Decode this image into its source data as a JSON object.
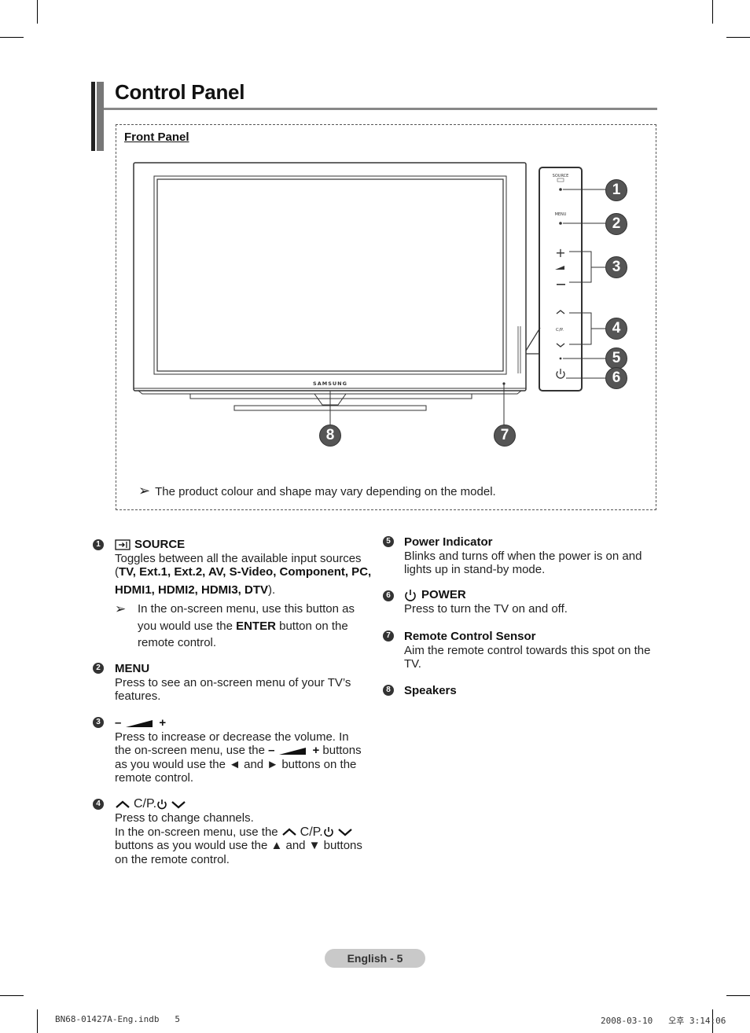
{
  "page_title": "Control Panel",
  "front_panel_label": "Front Panel",
  "panel_buttons": {
    "source": "SOURCE",
    "menu": "MENU",
    "cp": "C/P.",
    "brand": "SAMSUNG"
  },
  "callouts": [
    "1",
    "2",
    "3",
    "4",
    "5",
    "6",
    "7",
    "8"
  ],
  "note_symbol": "➢",
  "note_text": "The product colour and shape may vary depending on the model.",
  "items": {
    "i1": {
      "num": "1",
      "title": "SOURCE",
      "line1": "Toggles between all the available input sources",
      "paren_open": "(",
      "bold_list": "TV, Ext.1, Ext.2, AV, S-Video, Component, PC,",
      "bold_list2": "HDMI1, HDMI2, HDMI3, DTV",
      "paren_close": ").",
      "note_symbol": "➢",
      "note_a": "In the on-screen menu, use this button as",
      "note_b_pre": "you would use the ",
      "note_b_bold": "ENTER",
      "note_b_post": " button on the",
      "note_c": "remote control."
    },
    "i2": {
      "num": "2",
      "title": "MENU",
      "line1": "Press to see an on-screen menu of your TV’s",
      "line2": "features."
    },
    "i3": {
      "num": "3",
      "title_minus": "–",
      "title_plus": "+",
      "line1": "Press to increase or decrease the volume. In",
      "line2_pre": "the on-screen menu, use the ",
      "line2_minus": "–",
      "line2_plus": "+",
      "line2_post": " buttons",
      "line3": "as you would use the ◄ and ► buttons on the",
      "line4": "remote control."
    },
    "i4": {
      "num": "4",
      "title_cp": "C/P.",
      "line1": "Press to change channels.",
      "line2_pre": "In the on-screen menu, use the",
      "line2_cp": "C/P.",
      "line3": "buttons as you would use the ▲ and ▼ buttons",
      "line4": "on the remote control."
    },
    "i5": {
      "num": "5",
      "title": "Power Indicator",
      "line1": "Blinks and turns off when the power is on and",
      "line2": "lights up in stand-by mode."
    },
    "i6": {
      "num": "6",
      "title": "POWER",
      "line1": "Press to turn the TV on and off."
    },
    "i7": {
      "num": "7",
      "title": "Remote Control Sensor",
      "line1": "Aim the remote control towards this spot on the",
      "line2": "TV."
    },
    "i8": {
      "num": "8",
      "title": "Speakers"
    }
  },
  "footer_label": "English - 5",
  "slug_left": "BN68-01427A-Eng.indb   5",
  "slug_right": "2008-03-10   오후 3:14:06"
}
